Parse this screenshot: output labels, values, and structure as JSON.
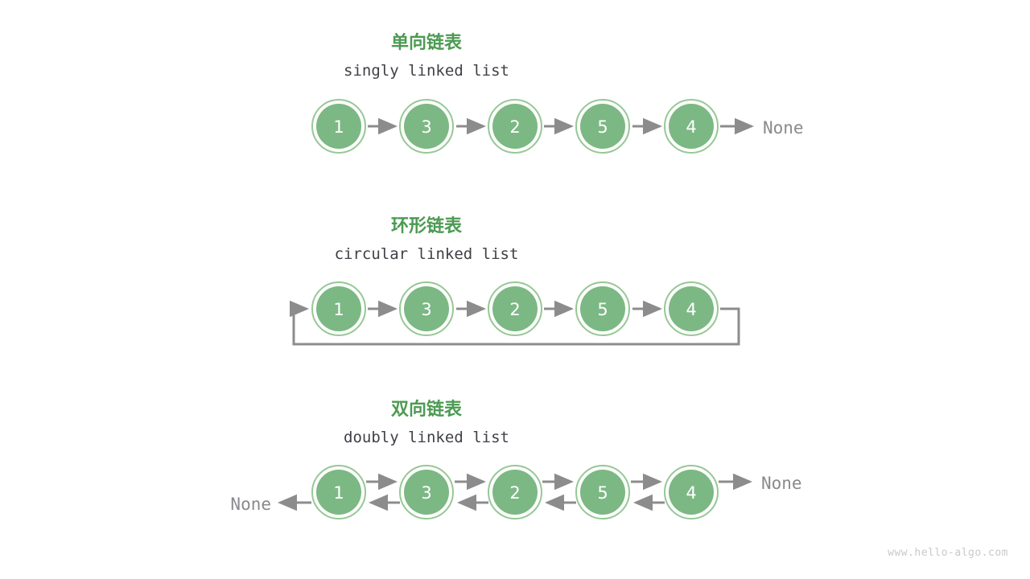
{
  "page": {
    "watermark": "www.hello-algo.com",
    "accent_color": "#4c9a52",
    "node_fill": "#7cb884",
    "node_ring": "#96c894",
    "arrow_color": "#8c8c8c",
    "text_color": "#3f3f46",
    "none_color": "#8a8a8e",
    "background": "#ffffff"
  },
  "sections": [
    {
      "id": "singly",
      "title_cn": "单向链表",
      "title_en": "singly linked list",
      "nodes": [
        "1",
        "3",
        "2",
        "5",
        "4"
      ],
      "tail_label": "None",
      "head_label": "",
      "arrows": "forward"
    },
    {
      "id": "circular",
      "title_cn": "环形链表",
      "title_en": "circular linked list",
      "nodes": [
        "1",
        "3",
        "2",
        "5",
        "4"
      ],
      "tail_label": "",
      "head_label": "",
      "arrows": "forward-loop"
    },
    {
      "id": "doubly",
      "title_cn": "双向链表",
      "title_en": "doubly linked list",
      "nodes": [
        "1",
        "3",
        "2",
        "5",
        "4"
      ],
      "tail_label": "None",
      "head_label": "None",
      "arrows": "bidirectional"
    }
  ]
}
